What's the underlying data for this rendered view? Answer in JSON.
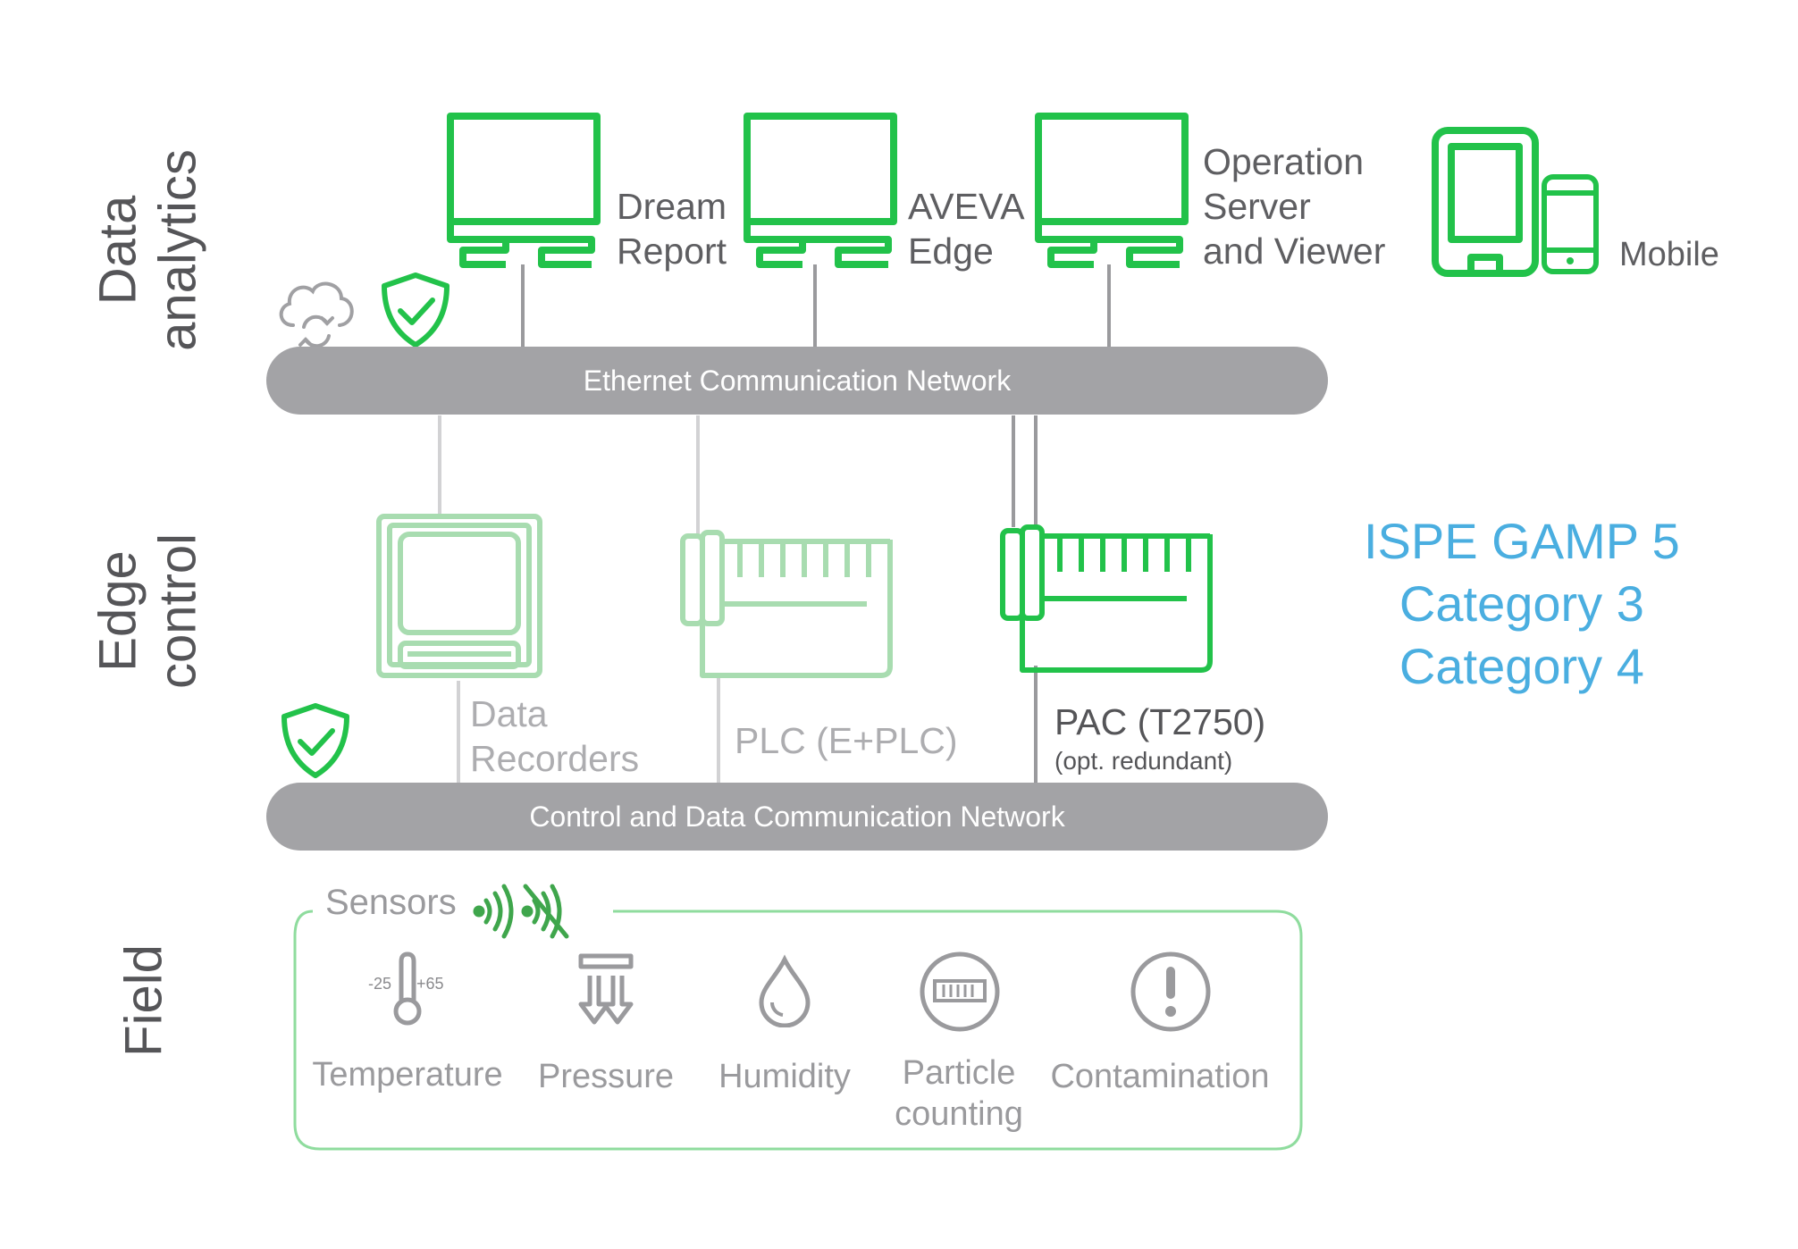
{
  "layers": {
    "data_analytics": [
      "Data",
      "analytics"
    ],
    "edge_control": [
      "Edge",
      "control"
    ],
    "field": "Field"
  },
  "applications": {
    "dream_report": [
      "Dream",
      "Report"
    ],
    "aveva_edge": [
      "AVEVA",
      "Edge"
    ],
    "operation_server": [
      "Operation",
      "Server",
      "and Viewer"
    ],
    "mobile": "Mobile"
  },
  "networks": {
    "ethernet": "Ethernet Communication Network",
    "control": "Control and Data Communication Network"
  },
  "devices": {
    "data_recorders": [
      "Data",
      "Recorders"
    ],
    "plc": "PLC (E+PLC)",
    "pac": "PAC (T2750)",
    "pac_note": "(opt. redundant)"
  },
  "compliance": [
    "ISPE GAMP 5",
    "Category 3",
    "Category 4"
  ],
  "sensors": {
    "title": "Sensors",
    "temp_min": "-25",
    "temp_max": "+65",
    "items": {
      "temperature": "Temperature",
      "pressure": "Pressure",
      "humidity": "Humidity",
      "particle": [
        "Particle",
        "counting"
      ],
      "contamination": "Contamination"
    }
  },
  "colors": {
    "green": "#22c24a",
    "light_green": "#a8dcb0",
    "gray_bus": "#a3a3a6",
    "blue": "#4aaee0"
  },
  "icons": [
    "cloud-sync-icon",
    "shield-check-icon",
    "monitor-icon",
    "tablet-icon",
    "phone-icon",
    "recorder-icon",
    "plc-icon",
    "pac-icon",
    "wireless-icon",
    "wireless-off-icon",
    "thermometer-icon",
    "pressure-icon",
    "droplet-icon",
    "particle-counter-icon",
    "alert-icon"
  ]
}
